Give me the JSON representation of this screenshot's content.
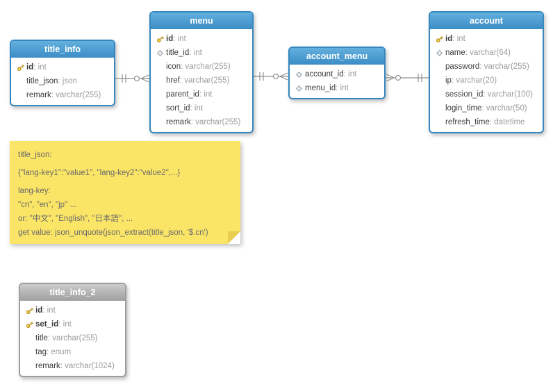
{
  "tables": [
    {
      "name": "title_info",
      "fields": [
        {
          "icon": "key",
          "name": "id",
          "type": ": int"
        },
        {
          "icon": "none",
          "name": "title_json",
          "type": ": json"
        },
        {
          "icon": "none",
          "name": "remark",
          "type": ": varchar(255)"
        }
      ]
    },
    {
      "name": "menu",
      "fields": [
        {
          "icon": "key",
          "name": "id",
          "type": ": int"
        },
        {
          "icon": "diamond",
          "name": "title_id",
          "type": ": int"
        },
        {
          "icon": "none",
          "name": "icon",
          "type": ": varchar(255)"
        },
        {
          "icon": "none",
          "name": "href",
          "type": ": varchar(255)"
        },
        {
          "icon": "none",
          "name": "parent_id",
          "type": ": int"
        },
        {
          "icon": "none",
          "name": "sort_id",
          "type": ": int"
        },
        {
          "icon": "none",
          "name": "remark",
          "type": ": varchar(255)"
        }
      ]
    },
    {
      "name": "account_menu",
      "fields": [
        {
          "icon": "diamond",
          "name": "account_id",
          "type": ": int"
        },
        {
          "icon": "diamond",
          "name": "menu_id",
          "type": ": int"
        }
      ]
    },
    {
      "name": "account",
      "fields": [
        {
          "icon": "key",
          "name": "id",
          "type": ": int"
        },
        {
          "icon": "diamond",
          "name": "name",
          "type": ": varchar(64)"
        },
        {
          "icon": "none",
          "name": "password",
          "type": ": varchar(255)"
        },
        {
          "icon": "none",
          "name": "ip",
          "type": ": varchar(20)"
        },
        {
          "icon": "none",
          "name": "session_id",
          "type": ": varchar(100)"
        },
        {
          "icon": "none",
          "name": "login_time",
          "type": ": varchar(50)"
        },
        {
          "icon": "none",
          "name": "refresh_time",
          "type": ": datetime"
        }
      ]
    },
    {
      "name": "title_info_2",
      "fields": [
        {
          "icon": "key",
          "name": "id",
          "type": ": int"
        },
        {
          "icon": "key",
          "name": "set_id",
          "type": ": int"
        },
        {
          "icon": "none",
          "name": "title",
          "type": ": varchar(255)"
        },
        {
          "icon": "none",
          "name": "tag",
          "type": ": enum"
        },
        {
          "icon": "none",
          "name": "remark",
          "type": ": varchar(1024)"
        }
      ]
    }
  ],
  "note": {
    "lines": [
      "title_json:",
      "{\"lang-key1\":\"value1\", \"lang-key2\":\"value2\",...}",
      "lang-key:",
      "\"cn\", \"en\", \"jp\" ...",
      "or: \"中文\", \"English\", \"日本語\", ...",
      "get value: json_unquote(json_extract(title_json, '$.cn')"
    ]
  },
  "relationships": [
    {
      "from": "title_info",
      "to": "menu",
      "from_cardinality": "one",
      "to_cardinality": "zero-or-many"
    },
    {
      "from": "menu",
      "to": "account_menu",
      "from_cardinality": "one",
      "to_cardinality": "zero-or-many"
    },
    {
      "from": "account",
      "to": "account_menu",
      "from_cardinality": "one",
      "to_cardinality": "zero-or-many"
    }
  ],
  "colors": {
    "table_header_blue": "#3c8dc6",
    "table_header_gray": "#9f9f9f",
    "note_bg": "#fbe567",
    "note_text": "#6a6a6a",
    "key_icon_gold": "#f8d94e",
    "diamond_icon_gray": "#96a2ab",
    "relationship_line": "#909090",
    "field_name": "#3c3c3c",
    "field_type": "#9b9b9b"
  }
}
